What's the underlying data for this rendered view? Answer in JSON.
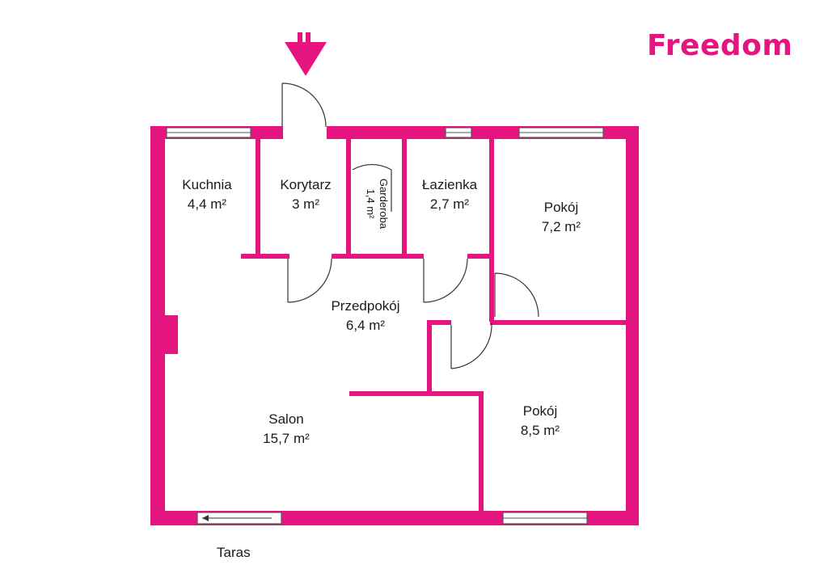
{
  "brand": {
    "name": "Freedom",
    "color": "#e5157f"
  },
  "wall_color": "#e5157f",
  "entrance_icon": "entrance-arrow-icon",
  "rooms": [
    {
      "name": "Kuchnia",
      "area": "4,4 m²"
    },
    {
      "name": "Korytarz",
      "area": "3 m²"
    },
    {
      "name": "Garderoba",
      "area": "1,4 m²"
    },
    {
      "name": "Łazienka",
      "area": "2,7 m²"
    },
    {
      "name": "Pokój",
      "area": "7,2 m²"
    },
    {
      "name": "Przedpokój",
      "area": "6,4 m²"
    },
    {
      "name": "Salon",
      "area": "15,7 m²"
    },
    {
      "name": "Pokój",
      "area": "8,5 m²"
    }
  ],
  "terrace": {
    "label": "Taras"
  }
}
